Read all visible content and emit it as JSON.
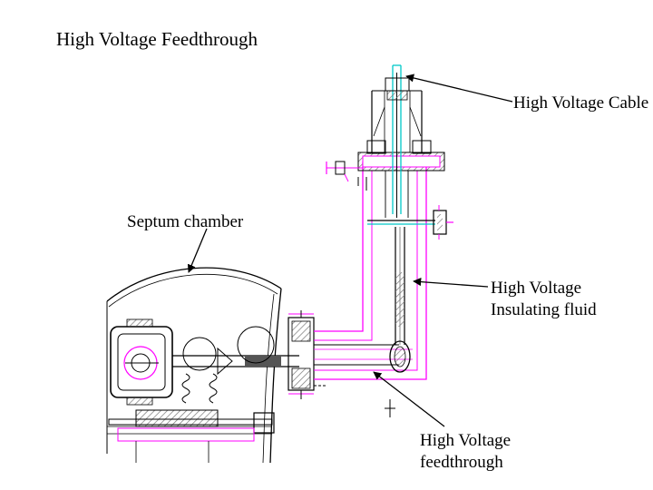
{
  "title": "High Voltage Feedthrough",
  "callouts": {
    "cable": "High Voltage Cable",
    "septum": "Septum chamber",
    "fluid_line1": "High Voltage",
    "fluid_line2": "Insulating fluid",
    "feed_line1": "High Voltage",
    "feed_line2": "feedthrough"
  },
  "colors": {
    "outline": "#ff00ff",
    "inner": "#000000",
    "cyan": "#00c8c8",
    "pink_fill": "#ffc8e6",
    "hatch": "#888888"
  }
}
